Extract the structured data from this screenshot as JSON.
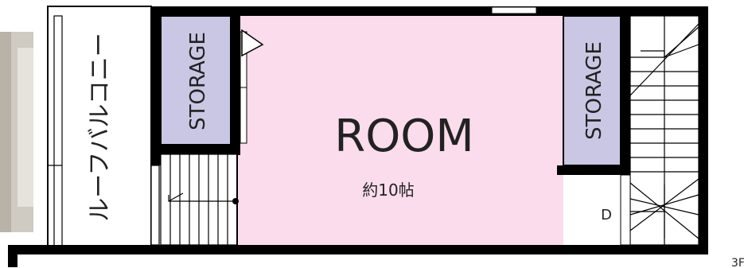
{
  "plan": {
    "balcony_label": "ルーフバルコニー",
    "storage_left_label": "STORAGE",
    "storage_right_label": "STORAGE",
    "room_label": "ROOM",
    "room_size_label": "約10帖",
    "door_label": "D",
    "floor_label": "3F"
  },
  "colors": {
    "wall": "#000000",
    "room_fill": "#fbdcec",
    "storage_fill": "#c9c7e3",
    "photo_fill": "#cfcac2"
  }
}
